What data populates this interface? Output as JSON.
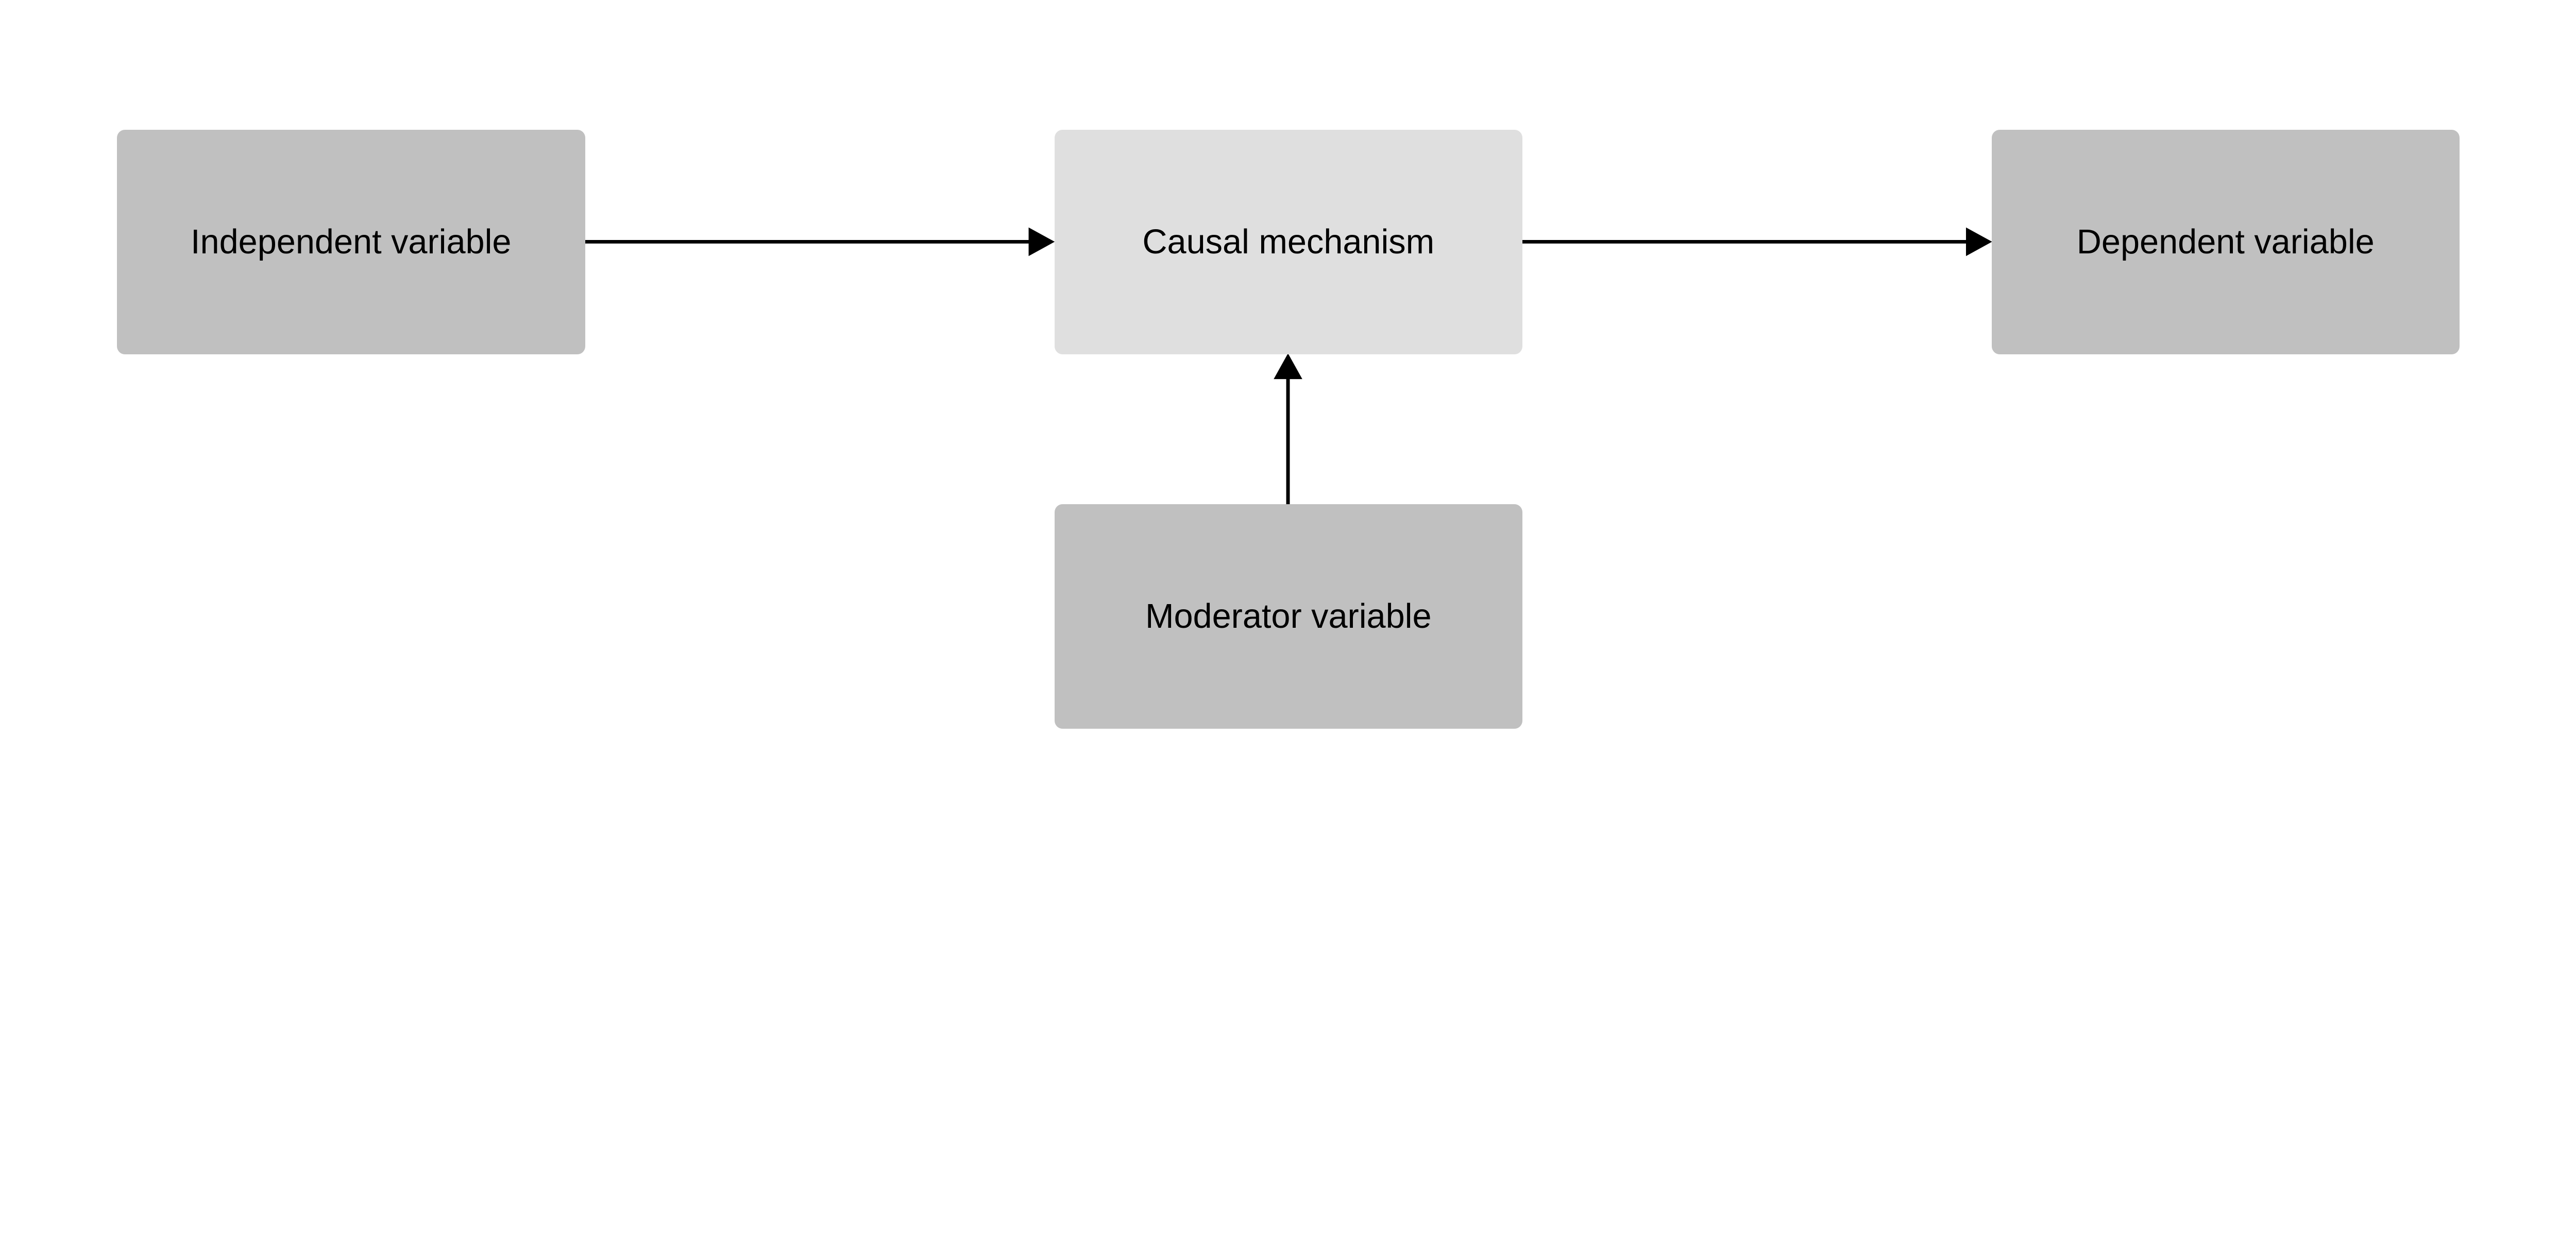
{
  "nodes": {
    "independent": {
      "label": "Independent variable",
      "color": "#c0c0c0"
    },
    "mechanism": {
      "label": "Causal mechanism",
      "color": "#dfdfdf"
    },
    "dependent": {
      "label": "Dependent variable",
      "color": "#c0c0c0"
    },
    "moderator": {
      "label": "Moderator variable",
      "color": "#c0c0c0"
    }
  },
  "edges": [
    {
      "from": "Independent variable",
      "to": "Causal mechanism"
    },
    {
      "from": "Causal mechanism",
      "to": "Dependent variable"
    },
    {
      "from": "Moderator variable",
      "to": "Causal mechanism"
    }
  ]
}
